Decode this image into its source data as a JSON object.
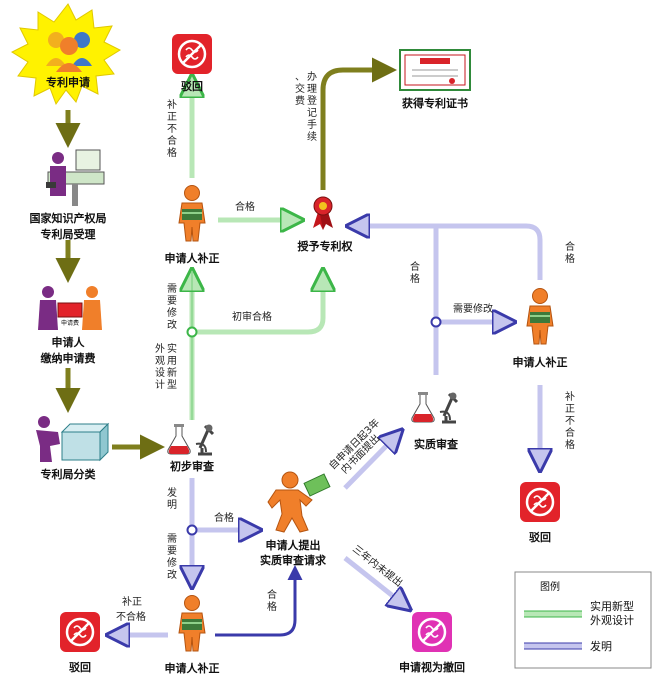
{
  "nodes": {
    "start": "专利申请",
    "receive": [
      "国家知识产权局",
      "专利局受理"
    ],
    "pay": [
      "申请人",
      "缴纳申请费"
    ],
    "classify": "专利局分类",
    "prelim": "初步审查",
    "reject_top": "驳回",
    "correct_top": "申请人补正",
    "grant": "授予专利权",
    "certificate": "获得专利证书",
    "exam": "实质审查",
    "correct_right": "申请人补正",
    "reject_right": "驳回",
    "request_exam": [
      "申请人提出",
      "实质审查请求"
    ],
    "correct_bottom": "申请人补正",
    "reject_bottom": "驳回",
    "withdrawn": "申请视为撤回"
  },
  "paper_label": "申请费",
  "edges": {
    "correct_fail_top": "补正不合格",
    "register": "办理登记手续、交费",
    "qualified_top": "合格",
    "prelim_pass": "初审合格",
    "needs_fix_left": "需要修改",
    "utility_design": "实用新型外观设计",
    "invention": "发明",
    "qualified_mid": "合格",
    "needs_fix_down": "需要修改",
    "qualified_exam": "合格",
    "needs_fix_right": "需要修改",
    "qualified_right": "合格",
    "correct_fail_right": "补正不合格",
    "within_3y": [
      "自申请日起3年",
      "内书面提出"
    ],
    "not_within_3y": "三年内未提出",
    "qualified_bottom": "合格",
    "correct_fail_bottom": [
      "补正",
      "不合格"
    ]
  },
  "legend": {
    "title": "图例",
    "items": [
      {
        "label": [
          "实用新型",
          "外观设计"
        ],
        "color": "#3cb648"
      },
      {
        "label": [
          "发明"
        ],
        "color": "#3a3aaa"
      }
    ]
  },
  "colors": {
    "olive": "#7f7f1e",
    "green": "#3cb648",
    "blue": "#3a3aaa",
    "person": "#f07f2a",
    "reject": "#e2232a",
    "withdrawn": "#e032b4",
    "burst": "#fff200"
  }
}
